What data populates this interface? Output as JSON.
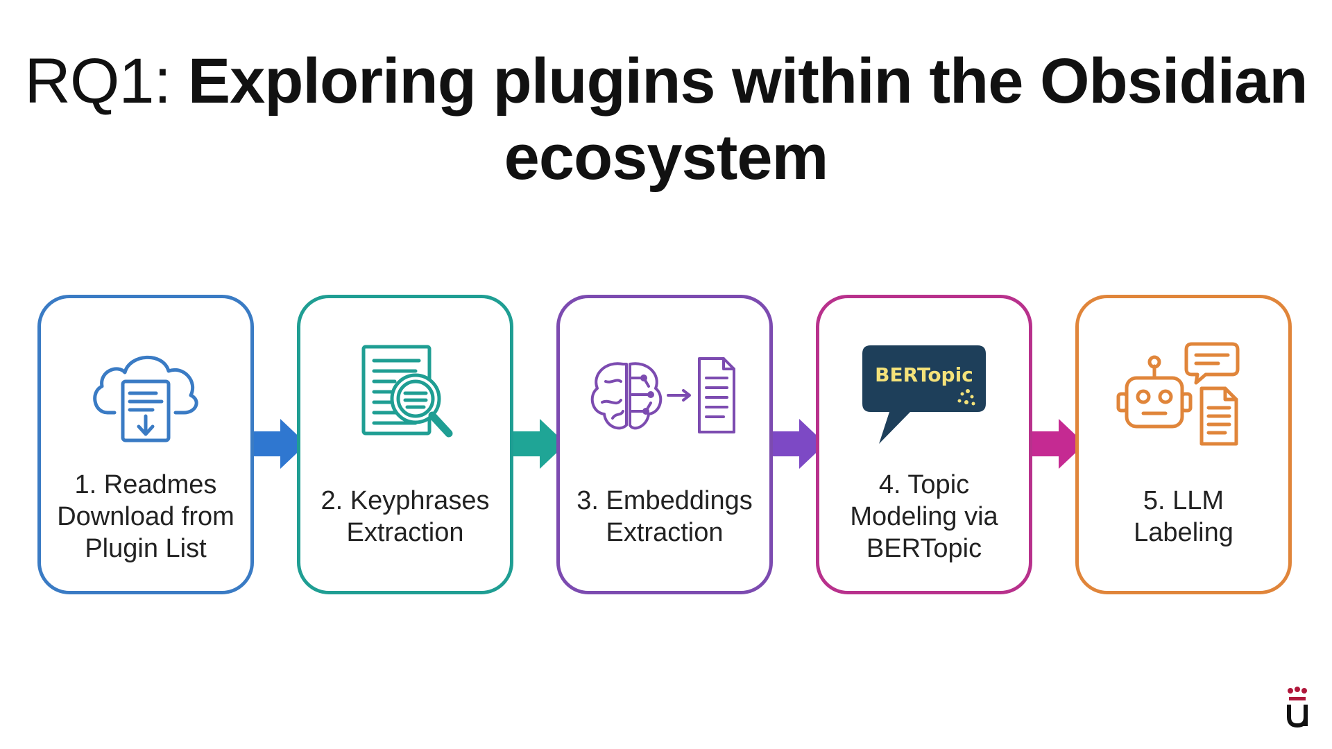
{
  "slide": {
    "title_prefix": "RQ1:",
    "title_main": "Exploring plugins within the Obsidian ecosystem"
  },
  "steps": [
    {
      "label": "1. Readmes\nDownload from\nPlugin List",
      "color": "#3a7bc4",
      "icon": "cloud-download-icon"
    },
    {
      "label": "2. Keyphrases\nExtraction",
      "color": "#1f9e93",
      "icon": "document-search-icon"
    },
    {
      "label": "3. Embeddings\nExtraction",
      "color": "#7c4bb0",
      "icon": "brain-to-document-icon"
    },
    {
      "label": "4. Topic\nModeling via\nBERTopic",
      "color": "#b8318c",
      "icon": "bertopic-bubble-icon",
      "badge": "BERTopic"
    },
    {
      "label": "5. LLM\nLabeling",
      "color": "#e0853a",
      "icon": "robot-chat-icon"
    }
  ],
  "arrows": [
    "#2f77d0",
    "#1fa596",
    "#7d49c5",
    "#c52a92"
  ],
  "logo": {
    "color": "#b0173b"
  }
}
